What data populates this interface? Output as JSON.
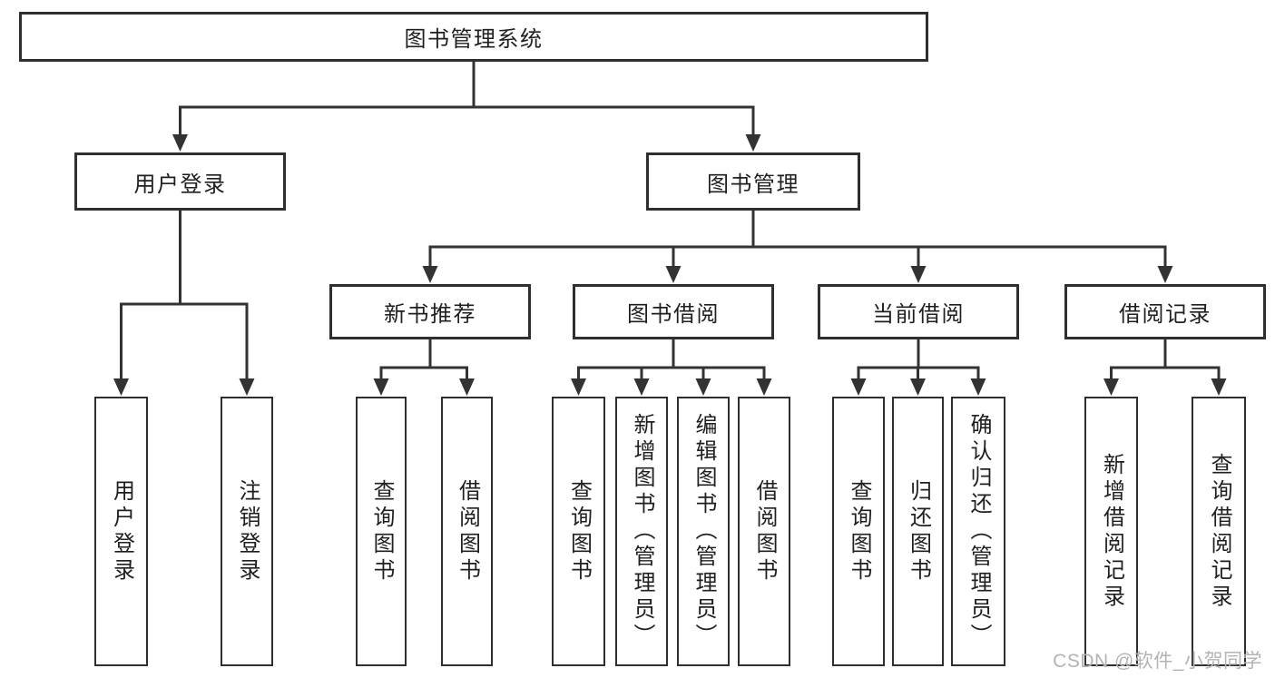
{
  "diagram": {
    "title": "图书管理系统",
    "type": "hierarchy-tree"
  },
  "nodes": [
    {
      "id": "root",
      "label": "图书管理系统",
      "level": 1,
      "parent": null
    },
    {
      "id": "user-login-group",
      "label": "用户登录",
      "level": 2,
      "parent": "root"
    },
    {
      "id": "book-mgmt",
      "label": "图书管理",
      "level": 2,
      "parent": "root"
    },
    {
      "id": "new-book-rec",
      "label": "新书推荐",
      "level": 3,
      "parent": "book-mgmt"
    },
    {
      "id": "book-borrow",
      "label": "图书借阅",
      "level": 3,
      "parent": "book-mgmt"
    },
    {
      "id": "current-borrow",
      "label": "当前借阅",
      "level": 3,
      "parent": "book-mgmt"
    },
    {
      "id": "borrow-records",
      "label": "借阅记录",
      "level": 3,
      "parent": "book-mgmt"
    },
    {
      "id": "user-login",
      "label": "用户登录",
      "level": 4,
      "parent": "user-login-group"
    },
    {
      "id": "logout",
      "label": "注销登录",
      "level": 4,
      "parent": "user-login-group"
    },
    {
      "id": "query-books-1",
      "label": "查询图书",
      "level": 4,
      "parent": "new-book-rec"
    },
    {
      "id": "borrow-books-1",
      "label": "借阅图书",
      "level": 4,
      "parent": "new-book-rec"
    },
    {
      "id": "query-books-2",
      "label": "查询图书",
      "level": 4,
      "parent": "book-borrow"
    },
    {
      "id": "add-books",
      "label": "新增图书（管理员）",
      "level": 4,
      "parent": "book-borrow"
    },
    {
      "id": "edit-books",
      "label": "编辑图书（管理员）",
      "level": 4,
      "parent": "book-borrow"
    },
    {
      "id": "borrow-books-2",
      "label": "借阅图书",
      "level": 4,
      "parent": "book-borrow"
    },
    {
      "id": "query-books-3",
      "label": "查询图书",
      "level": 4,
      "parent": "current-borrow"
    },
    {
      "id": "return-books",
      "label": "归还图书",
      "level": 4,
      "parent": "current-borrow"
    },
    {
      "id": "confirm-return",
      "label": "确认归还（管理员）",
      "level": 4,
      "parent": "current-borrow"
    },
    {
      "id": "add-borrow-record",
      "label": "新增借阅记录",
      "level": 4,
      "parent": "borrow-records"
    },
    {
      "id": "query-borrow-record",
      "label": "查询借阅记录",
      "level": 4,
      "parent": "borrow-records"
    }
  ],
  "watermark": "CSDN @软件_小贺同学",
  "colors": {
    "background": "#ffffff",
    "line": "#333333",
    "box_border": "#2f2f2f",
    "text": "#1f1f1f",
    "watermark": "#b3b3b3"
  }
}
